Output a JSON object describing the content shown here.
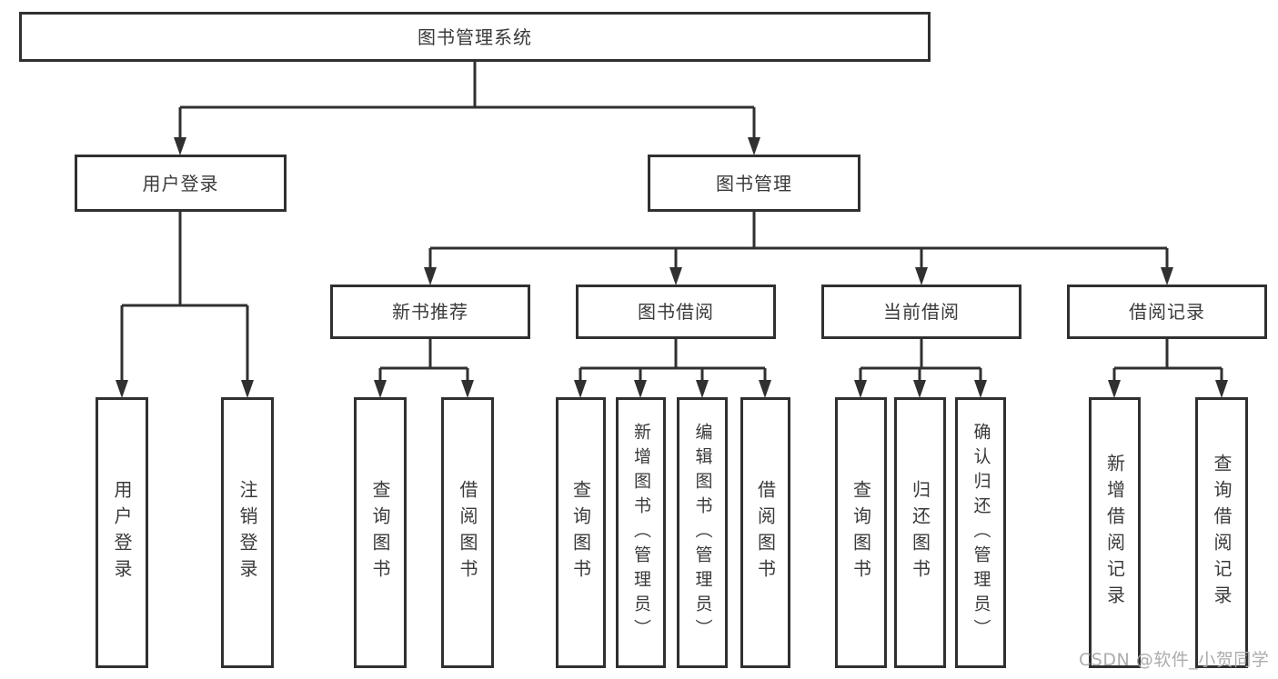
{
  "title": "图书管理系统",
  "level2": {
    "login": "用户登录",
    "manage": "图书管理"
  },
  "level3": {
    "recommend": "新书推荐",
    "borrow": "图书借阅",
    "current": "当前借阅",
    "record": "借阅记录"
  },
  "leaves": {
    "login": [
      "用户登录",
      "注销登录"
    ],
    "recommend": [
      "查询图书",
      "借阅图书"
    ],
    "borrow": [
      "查询图书",
      "新增图书（管理员）",
      "编辑图书（管理员）",
      "借阅图书"
    ],
    "current": [
      "查询图书",
      "归还图书",
      "确认归还（管理员）"
    ],
    "record": [
      "新增借阅记录",
      "查询借阅记录"
    ]
  },
  "edges": [
    {
      "from": "图书管理系统",
      "to": [
        "用户登录",
        "图书管理"
      ]
    },
    {
      "from": "用户登录",
      "to": [
        "用户登录",
        "注销登录"
      ]
    },
    {
      "from": "图书管理",
      "to": [
        "新书推荐",
        "图书借阅",
        "当前借阅",
        "借阅记录"
      ]
    },
    {
      "from": "新书推荐",
      "to": [
        "查询图书",
        "借阅图书"
      ]
    },
    {
      "from": "图书借阅",
      "to": [
        "查询图书",
        "新增图书（管理员）",
        "编辑图书（管理员）",
        "借阅图书"
      ]
    },
    {
      "from": "当前借阅",
      "to": [
        "查询图书",
        "归还图书",
        "确认归还（管理员）"
      ]
    },
    {
      "from": "借阅记录",
      "to": [
        "新增借阅记录",
        "查询借阅记录"
      ]
    }
  ],
  "watermark": "CSDN @软件_小贺同学",
  "colors": {
    "line": "#303030",
    "text": "#3a3a3a",
    "background": "#ffffff",
    "watermark": "#a8a8a8"
  }
}
